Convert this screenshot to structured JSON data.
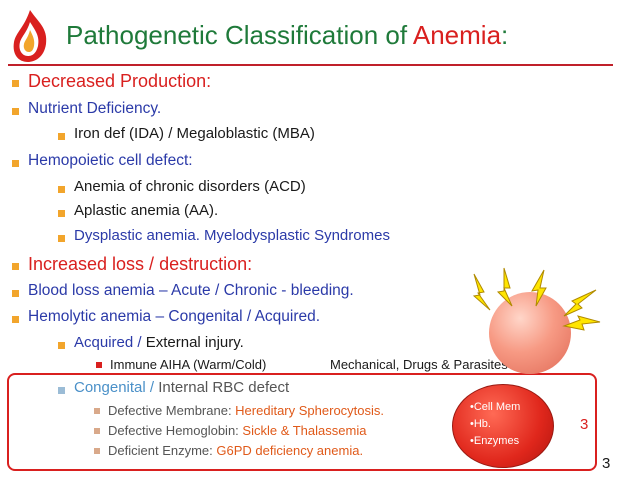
{
  "title": {
    "main": "Pathogenetic Classification of ",
    "accent": "Anemia",
    "colon": ":"
  },
  "colors": {
    "green": "#1f7a3a",
    "red": "#d9201f",
    "blue": "#2b3aa8",
    "bullet": "#f2a52c"
  },
  "outline": {
    "decreased": "Decreased Production:",
    "nutrient": "Nutrient Deficiency.",
    "iron": "Iron def (IDA) / Megaloblastic (MBA)",
    "hemopoietic": "Hemopoietic cell defect:",
    "acd": "Anemia of chronic disorders (ACD)",
    "aa": "Aplastic anemia (AA).",
    "dysplastic": "Dysplastic anemia. Myelodysplastic Syndromes",
    "increased": "Increased loss / destruction:",
    "blood_loss": "Blood loss  anemia – Acute / Chronic  - bleeding.",
    "hemolytic": "Hemolytic anemia – Congenital / Acquired.",
    "acquired": {
      "a": "Acquired / ",
      "b": "External injury."
    },
    "immune": "Immune AIHA (Warm/Cold)",
    "mechanical": "Mechanical, Drugs & Parasites",
    "congenital": {
      "a": "Congenital / ",
      "b": "Internal RBC defect"
    },
    "membrane": {
      "a": "Defective Membrane: ",
      "b": "Hereditary Spherocytosis."
    },
    "hemoglobin": {
      "a": "Defective Hemoglobin:  ",
      "b": "Sickle & Thalassemia"
    },
    "enzyme": {
      "a": "Deficient  Enzyme: ",
      "b": "G6PD deficiency anemia."
    }
  },
  "cell_labels": [
    "•Cell Mem",
    "•Hb.",
    "•Enzymes"
  ],
  "box_number": "3",
  "slide_number": "3"
}
